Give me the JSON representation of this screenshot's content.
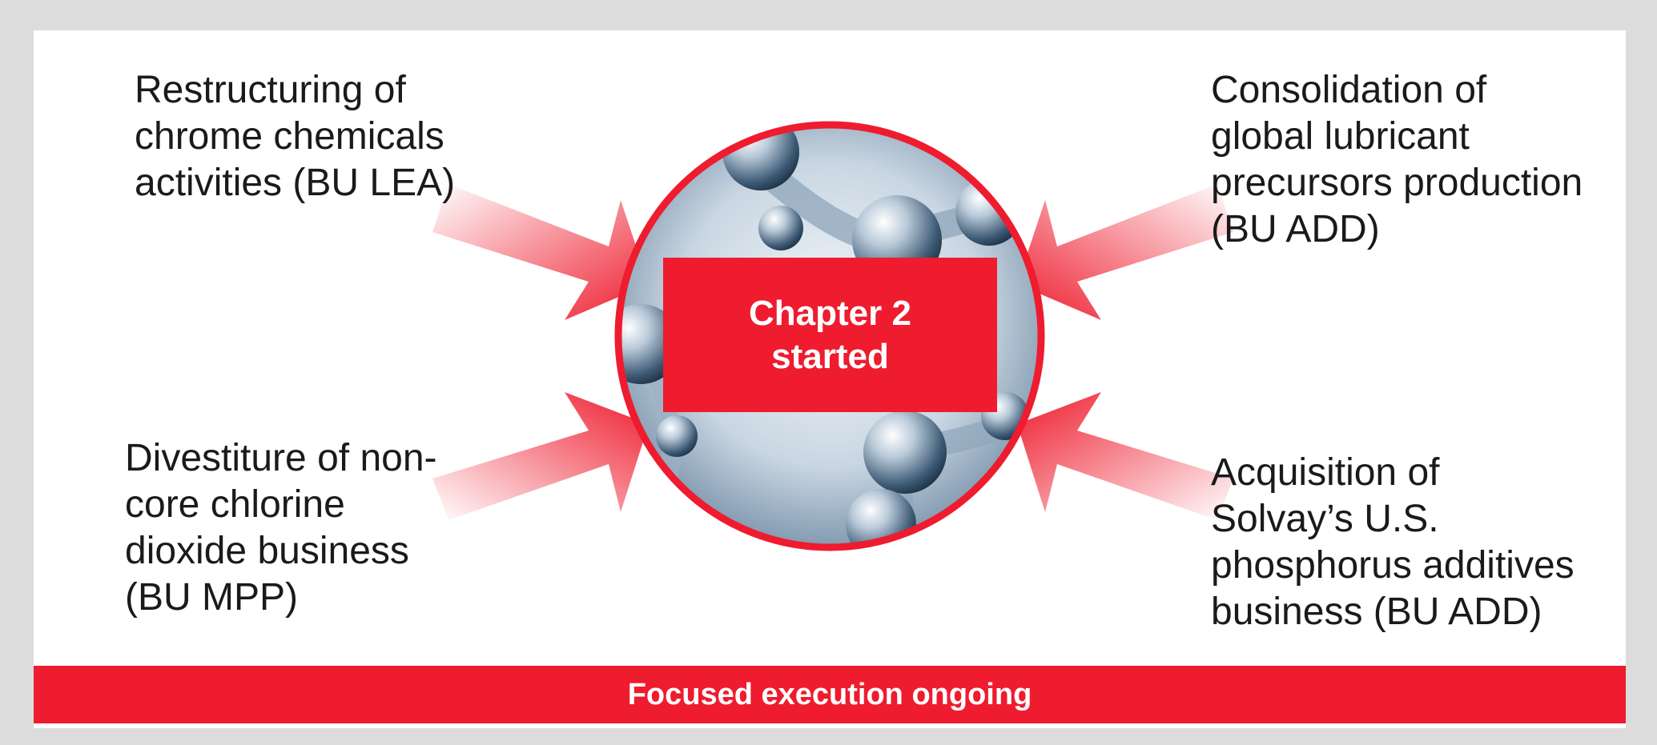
{
  "center": {
    "line1": "Chapter 2",
    "line2": "started"
  },
  "items": {
    "top_left": "Restructuring of\nchrome chemicals\nactivities (BU LEA)",
    "top_right": "Consolidation of\nglobal lubricant\nprecursors production\n(BU ADD)",
    "bottom_left": "Divestiture of non-\ncore chlorine\ndioxide business\n(BU MPP)",
    "bottom_right": "Acquisition of\nSolvay’s U.S.\nphosphorus additives\nbusiness (BU ADD)"
  },
  "banner": {
    "label": "Focused execution ongoing"
  },
  "colors": {
    "accent": "#ee1c2e",
    "background": "#dcdcdc",
    "panel": "#ffffff",
    "text": "#1a1a1a"
  },
  "icons": {
    "center_image": "molecule-image",
    "arrows": "arrow-icon"
  }
}
